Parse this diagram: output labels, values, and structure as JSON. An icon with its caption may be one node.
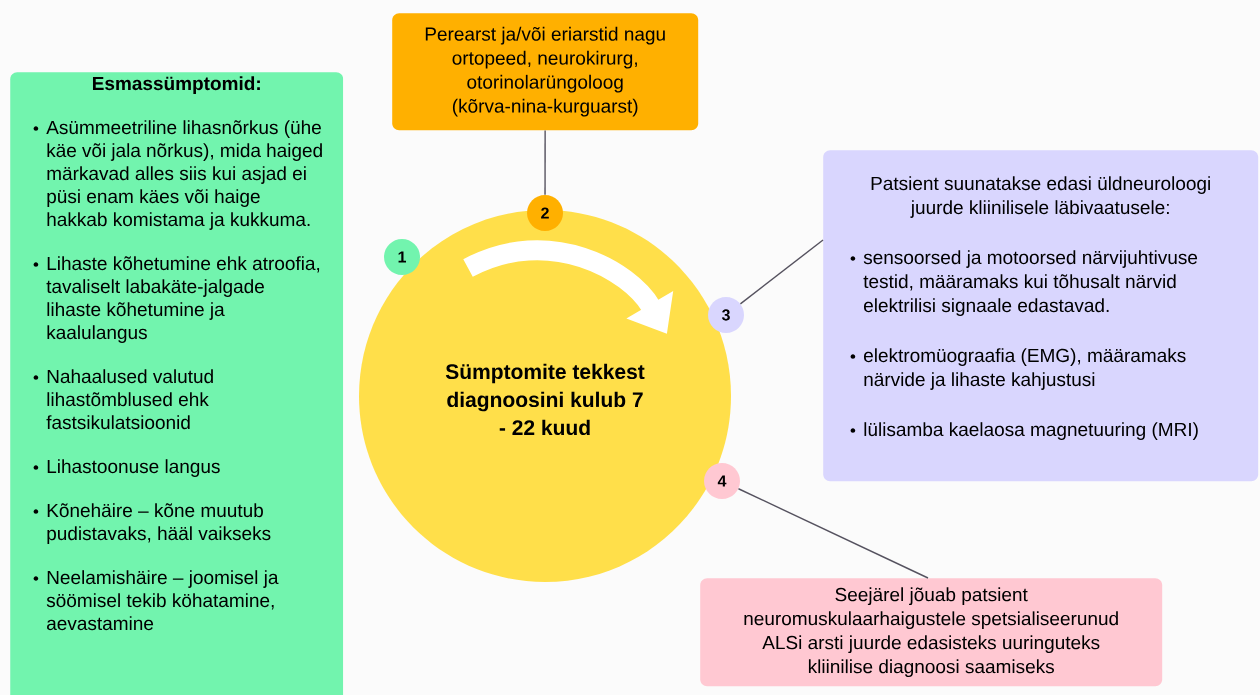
{
  "diagram": {
    "nodes": [
      {
        "text": [
          "Esmassümptomid:",
          "Asümmeetriline lihasnõrkus (ühe käe või jala nõrkus), mida haiged märkavad alles siis kui asjad ei püsi enam käes või haige hakkab komistama ja kukkuma.",
          "Lihaste kõhetumine ehk atroofia, tavaliselt labakäte-jalgade lihaste kõhetumine ja kaalulangus",
          "Nahaalused valutud lihastõmblused ehk fastsikulatsioonid",
          "Lihastoonuse langus",
          "Kõnehäire – kõne muutub pudistavaks, hääl vaikseks",
          "Neelamishäire – joomisel ja söömisel tekib köhatamine, aevastamine"
        ]
      },
      {
        "text": [
          "Perearst ja/või eriarstid nagu ortopeed, neurokirurg, otorinolarüngoloog (kõrva-nina-kurguarst)"
        ]
      },
      {
        "text": [
          "Patsient suunatakse edasi üldneuroloogi juurde kliinilisele läbivaatusele:",
          "sensoorsed ja motoorsed närvijuhtivuse testid, määramaks kui tõhusalt närvid elektrilisi signaale edastavad.",
          "elektromüograafia (EMG), määramaks närvide ja lihaste kahjustusi",
          "lülisamba kaelaosa magnetuuring (MRI)"
        ]
      },
      {
        "text": [
          "Seejärel jõuab patsient neuromuskulaarhaigustele spetsialiseerunud ALSi arsti juurde edasisteks uuringuteks kliinilise diagnoosi saamiseks"
        ]
      },
      {
        "text": [
          "Sümptomite tekkest diagnoosini kulub 7 - 22 kuud"
        ]
      },
      {
        "text": [
          "1"
        ]
      },
      {
        "text": [
          "2"
        ]
      },
      {
        "text": [
          "3"
        ]
      },
      {
        "text": [
          "4"
        ]
      }
    ],
    "edges": [
      {
        "from": 1,
        "to": 6,
        "arrow": "none"
      },
      {
        "from": 7,
        "to": 2,
        "arrow": "none"
      },
      {
        "from": 8,
        "to": 3,
        "arrow": "none"
      }
    ]
  }
}
